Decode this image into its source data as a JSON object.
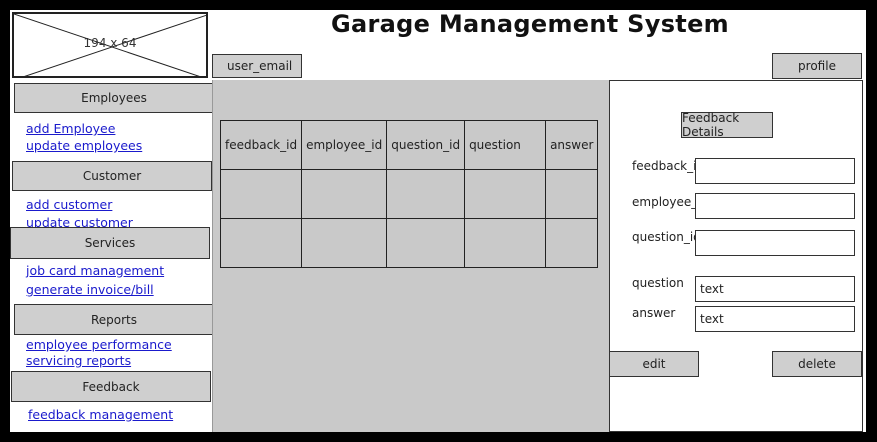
{
  "header": {
    "logo_placeholder": "194 x 64",
    "title": "Garage Management System",
    "user_email_label": "user_email",
    "profile_label": "profile"
  },
  "sidebar": {
    "sections": [
      {
        "title": "Employees",
        "links": [
          "add Employee",
          "update employees"
        ]
      },
      {
        "title": "Customer",
        "links": [
          "add customer",
          "update customer"
        ]
      },
      {
        "title": "Services",
        "links": [
          "job card management",
          "generate invoice/bill"
        ]
      },
      {
        "title": "Reports",
        "links": [
          "employee performance",
          "servicing reports"
        ]
      },
      {
        "title": "Feedback",
        "links": [
          "feedback management"
        ]
      }
    ]
  },
  "table": {
    "columns": [
      "feedback_id",
      "employee_id",
      "question_id",
      "question",
      "answer"
    ],
    "rows": [
      [
        "",
        "",
        "",
        "",
        ""
      ],
      [
        "",
        "",
        "",
        "",
        ""
      ]
    ]
  },
  "details": {
    "title": "Feedback Details",
    "fields": [
      {
        "label": "feedback_id",
        "value": ""
      },
      {
        "label": "employee_id",
        "value": ""
      },
      {
        "label": "question_id",
        "value": ""
      },
      {
        "label": "question",
        "value": "text"
      },
      {
        "label": "answer",
        "value": "text"
      }
    ],
    "edit_label": "edit",
    "delete_label": "delete"
  }
}
